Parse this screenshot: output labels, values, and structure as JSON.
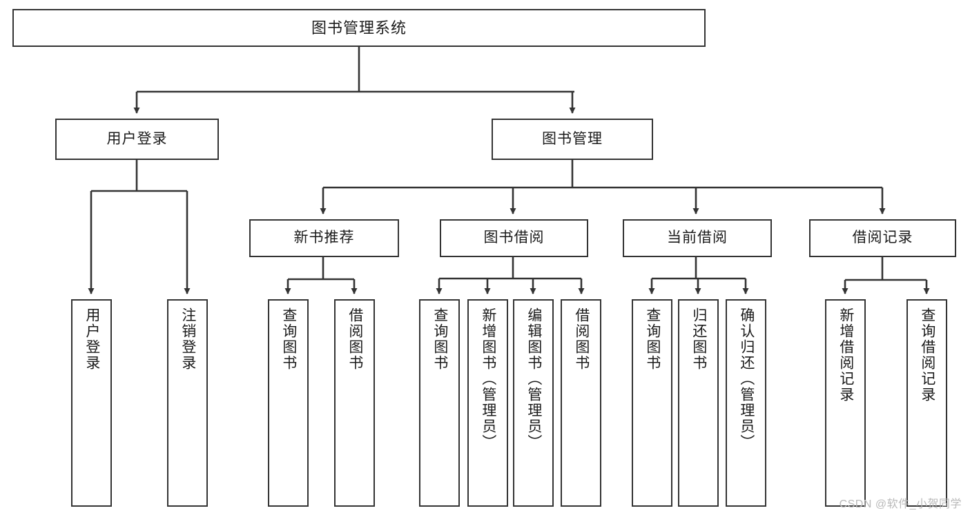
{
  "diagram": {
    "title": "图书管理系统",
    "watermark": "CSDN @软件_小贺同学",
    "colors": {
      "background": "#ffffff",
      "node_border": "#333333",
      "node_fill": "#ffffff",
      "edge": "#333333",
      "text": "#1a1a1a",
      "watermark": "#b9b9b9"
    },
    "root": {
      "label": "图书管理系统"
    },
    "level1": [
      {
        "label": "用户登录"
      },
      {
        "label": "图书管理"
      }
    ],
    "level2": [
      {
        "label": "新书推荐"
      },
      {
        "label": "图书借阅"
      },
      {
        "label": "当前借阅"
      },
      {
        "label": "借阅记录"
      }
    ],
    "leaves": {
      "user_login": [
        {
          "label": "用户登录"
        },
        {
          "label": "注销登录"
        }
      ],
      "new_book": [
        {
          "label": "查询图书"
        },
        {
          "label": "借阅图书"
        }
      ],
      "book_borrow": [
        {
          "label": "查询图书"
        },
        {
          "label": "新增图书（管理员）"
        },
        {
          "label": "编辑图书（管理员）"
        },
        {
          "label": "借阅图书"
        }
      ],
      "current_borrow": [
        {
          "label": "查询图书"
        },
        {
          "label": "归还图书"
        },
        {
          "label": "确认归还（管理员）"
        }
      ],
      "borrow_record": [
        {
          "label": "新增借阅记录"
        },
        {
          "label": "查询借阅记录"
        }
      ]
    }
  }
}
